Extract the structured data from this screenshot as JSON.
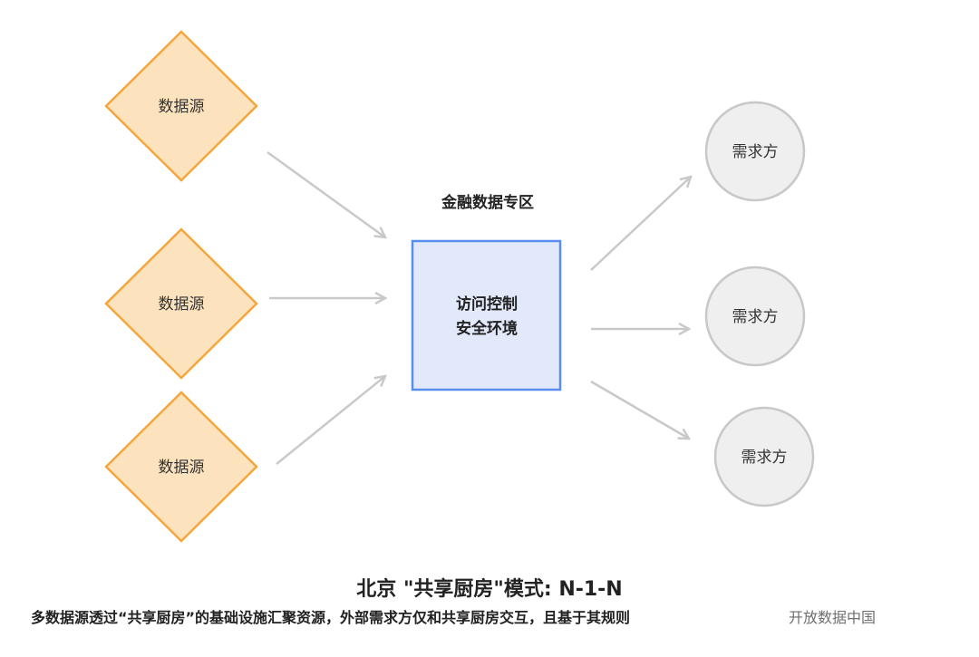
{
  "nodes": {
    "sources": [
      {
        "label": "数据源"
      },
      {
        "label": "数据源"
      },
      {
        "label": "数据源"
      }
    ],
    "zone_title": "金融数据专区",
    "center": {
      "line1": "访问控制",
      "line2": "安全环境"
    },
    "consumers": [
      {
        "label": "需求方"
      },
      {
        "label": "需求方"
      },
      {
        "label": "需求方"
      }
    ]
  },
  "caption": {
    "title": "北京 \"共享厨房\"模式: N-1-N",
    "subtitle": "多数据源透过“共享厨房”的基础设施汇聚资源，外部需求方仅和共享厨房交互，且基于其规则",
    "watermark": "开放数据中国"
  },
  "colors": {
    "source_stroke": "#f5a63c",
    "source_fill": "#fde3bd",
    "center_stroke": "#5b8def",
    "center_fill": "#e1e9fb",
    "consumer_stroke": "#c8c8c8",
    "consumer_fill": "#efeff0",
    "arrow": "#c9c9c9"
  }
}
